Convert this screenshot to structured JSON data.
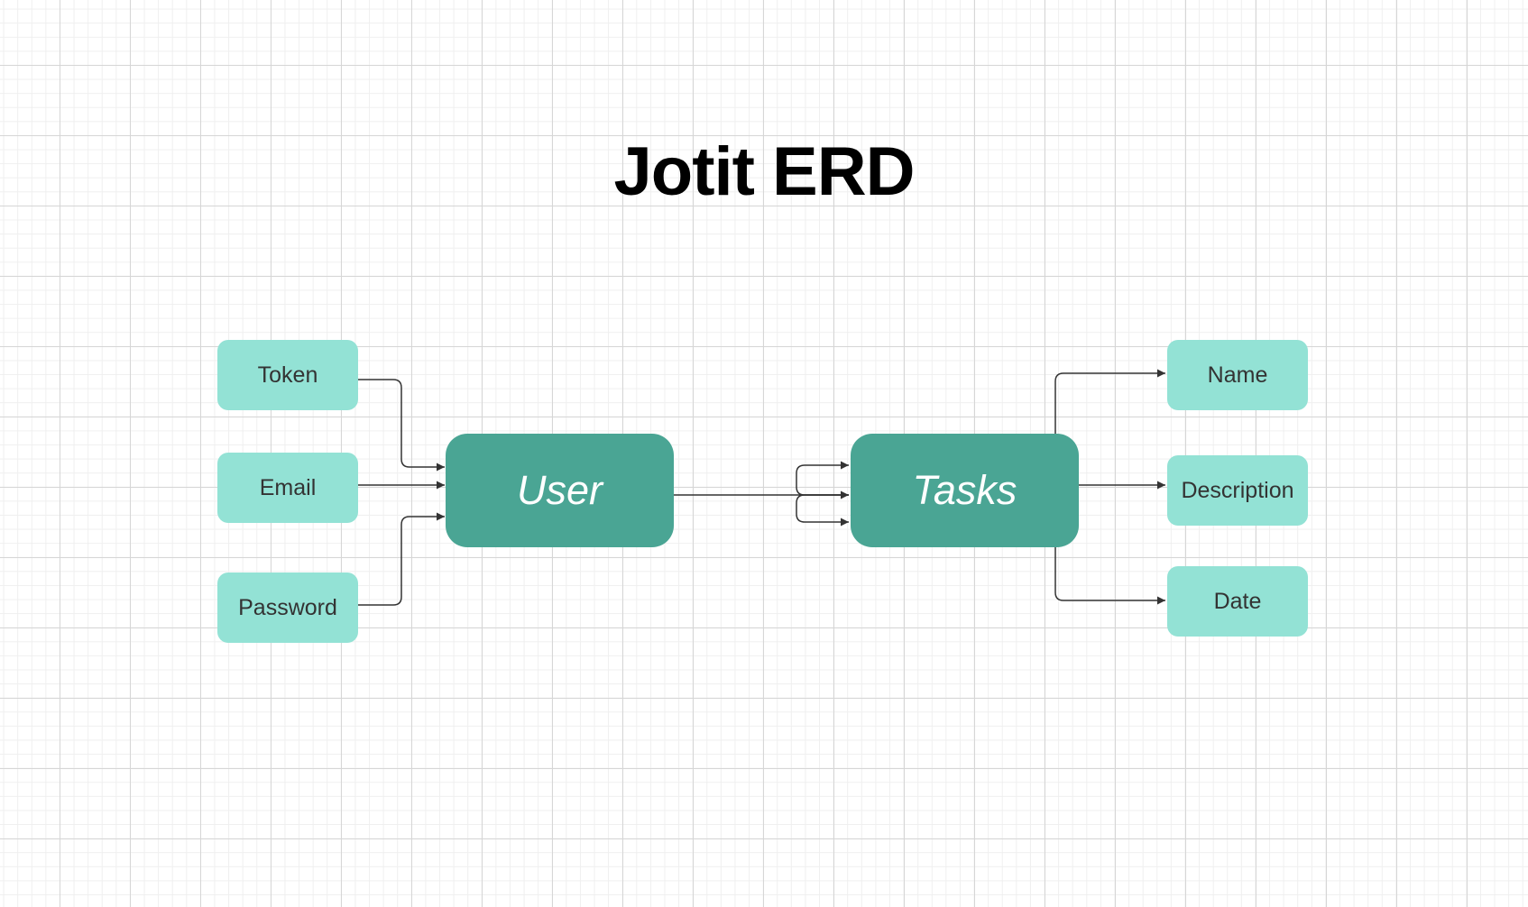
{
  "diagram": {
    "title": "Jotit ERD",
    "entities": {
      "user": "User",
      "tasks": "Tasks"
    },
    "user_attributes": {
      "token": "Token",
      "email": "Email",
      "password": "Password"
    },
    "task_attributes": {
      "name": "Name",
      "description": "Description",
      "date": "Date"
    },
    "colors": {
      "entity_fill": "#4aa594",
      "attribute_fill": "#93e2d5",
      "connector": "#333333",
      "title_text": "#000000"
    }
  }
}
